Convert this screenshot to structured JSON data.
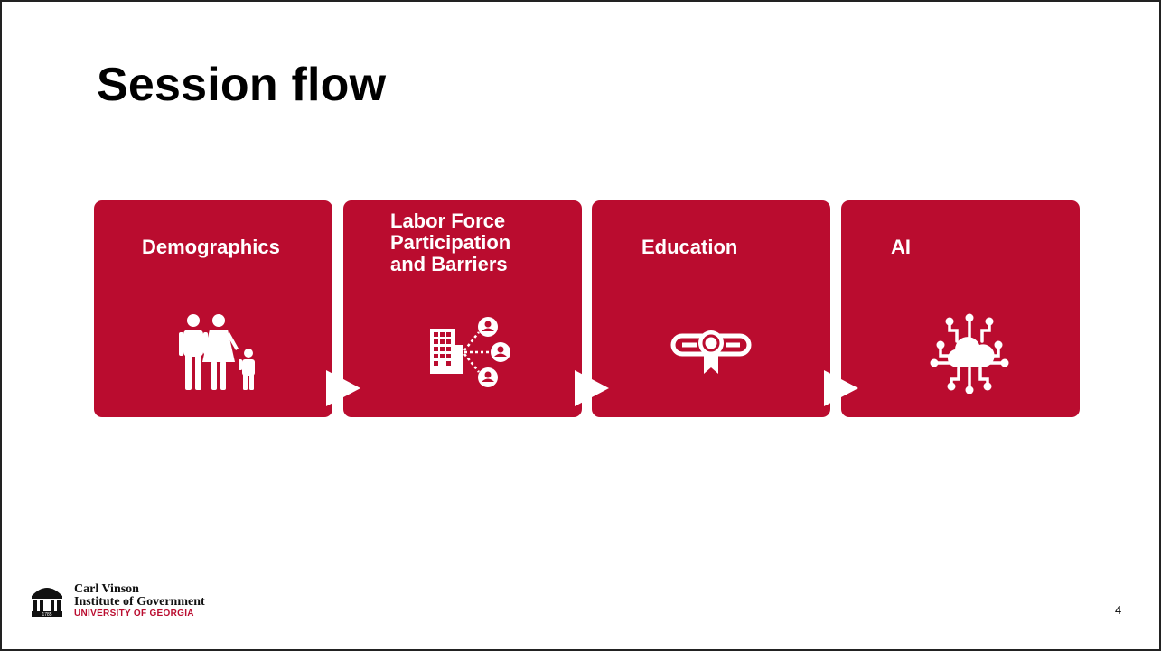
{
  "slide": {
    "title": "Session flow",
    "page_number": "4"
  },
  "colors": {
    "accent": "#ba0c2f",
    "text_on_accent": "#ffffff"
  },
  "steps": [
    {
      "label": "Demographics",
      "icon": "family-icon"
    },
    {
      "label_lines": [
        "Labor Force",
        "Participation",
        "and Barriers"
      ],
      "icon": "building-network-icon"
    },
    {
      "label": "Education",
      "icon": "diploma-icon"
    },
    {
      "label": "AI",
      "icon": "cloud-network-icon"
    }
  ],
  "footer": {
    "logo_icon": "arch-logo-icon",
    "logo_line1": "Carl Vinson",
    "logo_line2": "Institute of Government",
    "logo_line3": "UNIVERSITY OF GEORGIA",
    "logo_mark_text": "1785"
  }
}
